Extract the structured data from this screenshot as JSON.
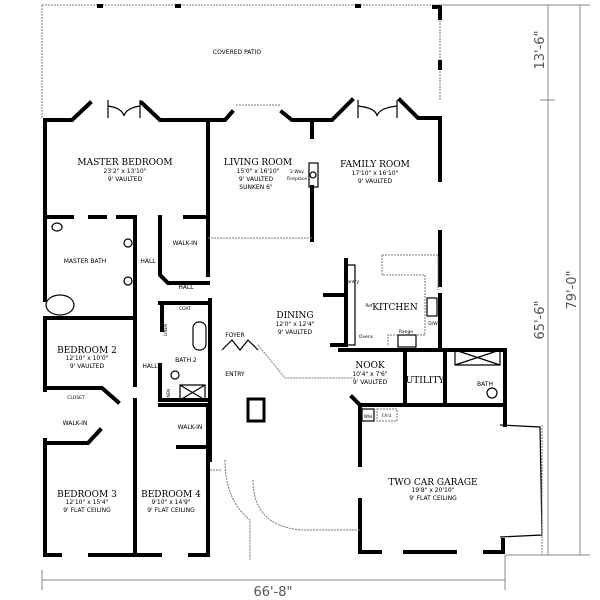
{
  "patio": {
    "label": "COVERED PATIO"
  },
  "rooms": {
    "master_bedroom": {
      "name": "MASTER BEDROOM",
      "size": "23'2\" x 13'10\"",
      "ceiling": "9' VAULTED"
    },
    "living_room": {
      "name": "LIVING ROOM",
      "size": "15'0\" x 16'10\"",
      "ceiling": "9' VAULTED",
      "note": "SUNKEN 6\""
    },
    "fireplace": {
      "line1": "2 Way",
      "line2": "Fireplace"
    },
    "family_room": {
      "name": "FAMILY ROOM",
      "size": "17'10\" x 16'10\"",
      "ceiling": "9' VAULTED"
    },
    "master_bath": {
      "name": "MASTER BATH"
    },
    "hall_1": {
      "name": "HALL"
    },
    "hall_2": {
      "name": "HALL"
    },
    "hall_3": {
      "name": "HALL"
    },
    "walk_in_master": {
      "name": "WALK-IN"
    },
    "coat": {
      "name": "COAT"
    },
    "dining": {
      "name": "DINING",
      "size": "12'0\" x 12'4\"",
      "ceiling": "9' VAULTED"
    },
    "kitchen": {
      "name": "KITCHEN",
      "pantry": "Pantry",
      "ref": "Ref",
      "ovens": "Ovens",
      "range": "Range",
      "dw": "D/W"
    },
    "bedroom_2": {
      "name": "BEDROOM 2",
      "size": "12'10\" x 10'0\"",
      "ceiling": "9' VAULTED"
    },
    "bath_2": {
      "name": "BATH 2"
    },
    "linen_1": {
      "name": "LINEN"
    },
    "linen_2": {
      "name": "LINEN"
    },
    "foyer": {
      "name": "FOYER"
    },
    "entry": {
      "name": "ENTRY"
    },
    "nook": {
      "name": "NOOK",
      "size": "10'4\" x 7'6\"",
      "ceiling": "9' VAULTED"
    },
    "utility": {
      "name": "UTILITY"
    },
    "bath_3": {
      "name": "BATH"
    },
    "closet": {
      "name": "CLOSET"
    },
    "walk_in_2": {
      "name": "WALK-IN"
    },
    "walk_in_4": {
      "name": "WALK-IN"
    },
    "bedroom_3": {
      "name": "BEDROOM 3",
      "size": "12'10\" x 15'4\"",
      "ceiling": "9' FLAT CEILING"
    },
    "bedroom_4": {
      "name": "BEDROOM 4",
      "size": "9'10\" x 14'9\"",
      "ceiling": "9' FLAT CEILING"
    },
    "garage": {
      "name": "TWO CAR GARAGE",
      "size": "19'8\" x 20'10\"",
      "ceiling": "9' FLAT CEILING",
      "wh": "W/H",
      "fau": "F.A.U."
    }
  },
  "dimensions": {
    "width": "66'-8\"",
    "patio_depth": "13'-6\"",
    "house_depth": "65'-6\"",
    "total_depth": "79'-0\""
  }
}
